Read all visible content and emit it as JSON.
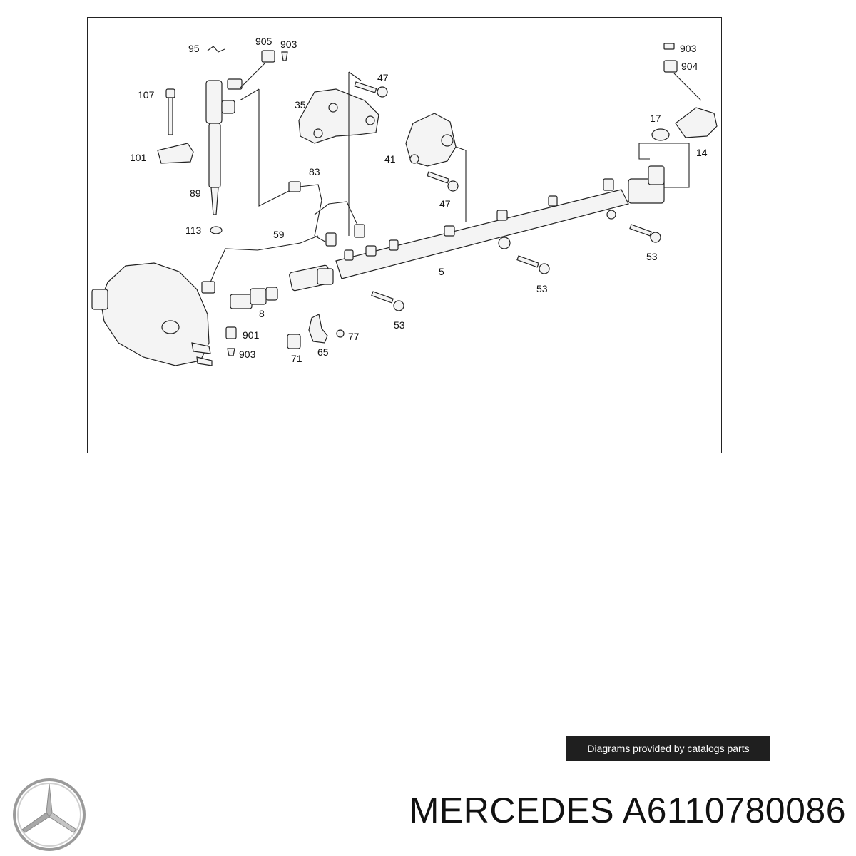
{
  "diagram": {
    "callouts": [
      {
        "id": "95",
        "text": "95"
      },
      {
        "id": "905",
        "text": "905"
      },
      {
        "id": "903a",
        "text": "903"
      },
      {
        "id": "107",
        "text": "107"
      },
      {
        "id": "101",
        "text": "101"
      },
      {
        "id": "89",
        "text": "89"
      },
      {
        "id": "113",
        "text": "113"
      },
      {
        "id": "47a",
        "text": "47"
      },
      {
        "id": "35",
        "text": "35"
      },
      {
        "id": "83",
        "text": "83"
      },
      {
        "id": "59",
        "text": "59"
      },
      {
        "id": "41",
        "text": "41"
      },
      {
        "id": "47b",
        "text": "47"
      },
      {
        "id": "903b",
        "text": "903"
      },
      {
        "id": "904",
        "text": "904"
      },
      {
        "id": "17",
        "text": "17"
      },
      {
        "id": "14",
        "text": "14"
      },
      {
        "id": "53a",
        "text": "53"
      },
      {
        "id": "5",
        "text": "5"
      },
      {
        "id": "53b",
        "text": "53"
      },
      {
        "id": "8",
        "text": "8"
      },
      {
        "id": "53c",
        "text": "53"
      },
      {
        "id": "901",
        "text": "901"
      },
      {
        "id": "903c",
        "text": "903"
      },
      {
        "id": "77",
        "text": "77"
      },
      {
        "id": "71",
        "text": "71"
      },
      {
        "id": "65",
        "text": "65"
      }
    ]
  },
  "watermark": "Diagrams provided by catalogs parts",
  "brand": "MERCEDES",
  "part_number": "A6110780086",
  "logo_icon": "mercedes-star-icon"
}
